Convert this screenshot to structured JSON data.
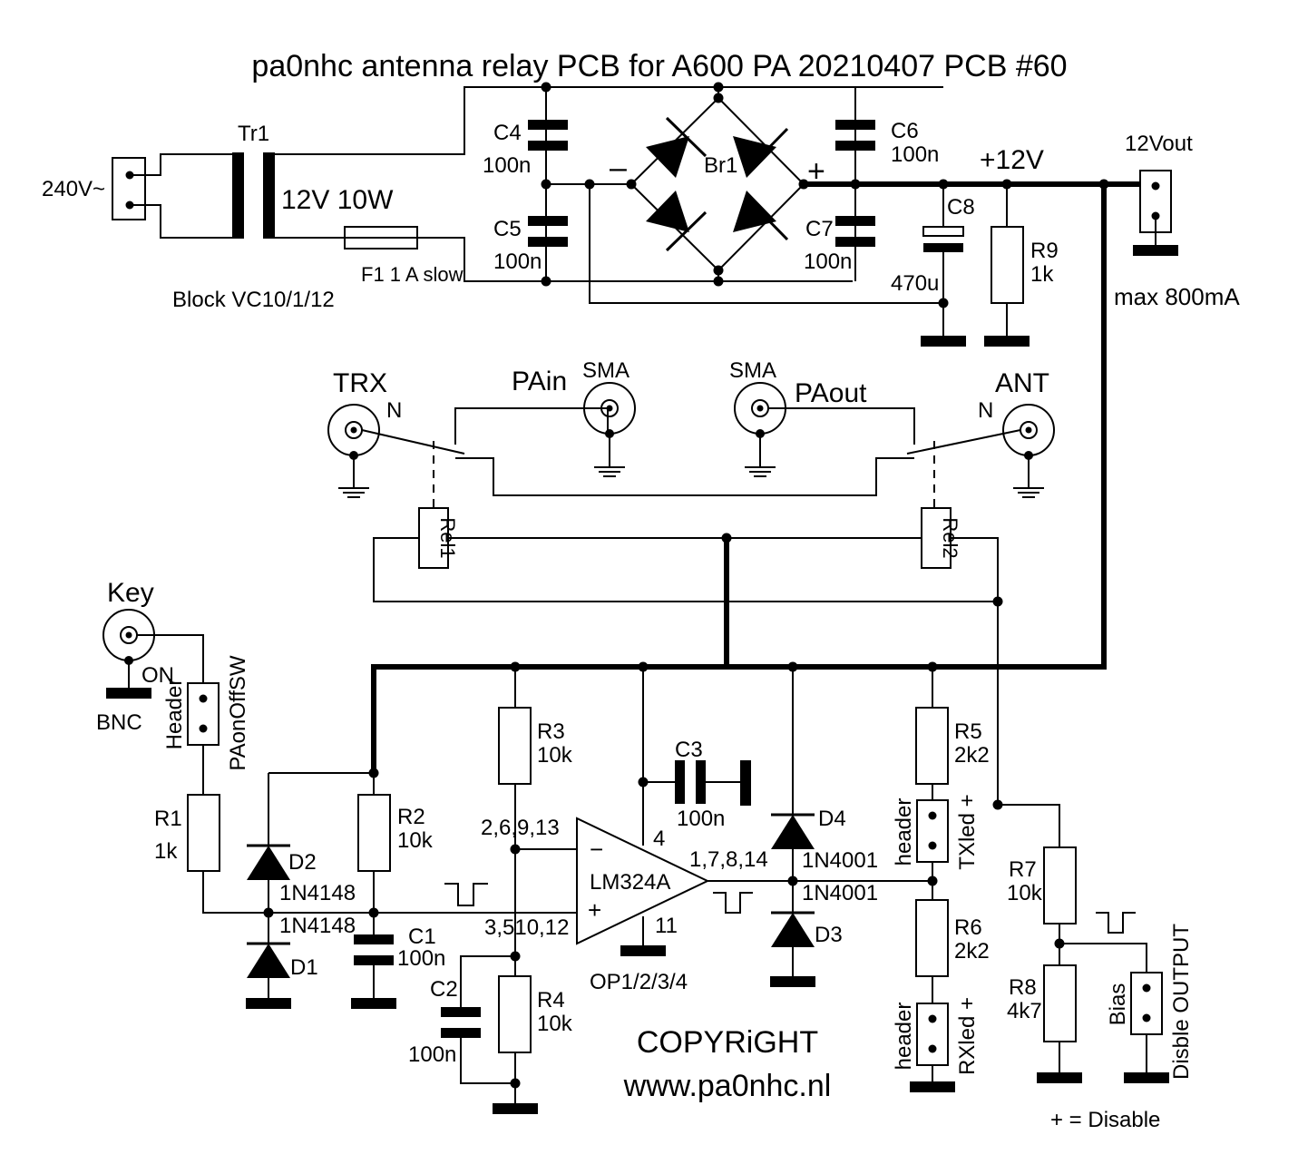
{
  "title": "pa0nhc  antenna relay PCB for A600 PA  20210407  PCB #60",
  "power": {
    "mains": "240V~",
    "transformer": "Tr1",
    "transformer_rating": "12V 10W",
    "transformer_type": "Block VC10/1/12",
    "fuse": "F1 1 A slow",
    "bridge": "Br1",
    "minus": "–",
    "plus": "+",
    "rail": "+12V",
    "out_label": "12Vout",
    "max_current": "max 800mA"
  },
  "components": {
    "c4": "C4",
    "c4_val": "100n",
    "c5": "C5",
    "c5_val": "100n",
    "c6": "C6",
    "c6_val": "100n",
    "c7": "C7",
    "c7_val": "100n",
    "c8": "C8",
    "c8_val": "470u",
    "r9": "R9",
    "r9_val": "1k",
    "r1": "R1",
    "r1_val": "1k",
    "r2": "R2",
    "r2_val": "10k",
    "r3": "R3",
    "r3_val": "10k",
    "r4": "R4",
    "r4_val": "10k",
    "r5": "R5",
    "r5_val": "2k2",
    "r6": "R6",
    "r6_val": "2k2",
    "r7": "R7",
    "r7_val": "10k",
    "r8": "R8",
    "r8_val": "4k7",
    "c1": "C1",
    "c1_val": "100n",
    "c2": "C2",
    "c2_val": "100n",
    "c3": "C3",
    "c3_val": "100n",
    "d1": "D1",
    "d1_type": "1N4148",
    "d2": "D2",
    "d2_type": "1N4148",
    "d3": "D3",
    "d3_type": "1N4001",
    "d4": "D4",
    "d4_type": "1N4001",
    "opamp": "LM324A",
    "opamp_units": "OP1/2/3/4",
    "pins_in_minus": "2,6,9,13",
    "pins_in_plus": "3,510,12",
    "pins_out": "1,7,8,14",
    "pin_vcc": "4",
    "pin_gnd": "11",
    "minus_sign": "−",
    "plus_sign": "+"
  },
  "rf": {
    "trx": "TRX",
    "ant": "ANT",
    "pain": "PAin",
    "paout": "PAout",
    "sma": "SMA",
    "n": "N",
    "rel1": "Rel1",
    "rel2": "Rel2"
  },
  "control": {
    "key": "Key",
    "on": "ON",
    "bnc": "BNC",
    "header": "header",
    "header_cap": "Header",
    "paonoffsw": "PAonOffSW",
    "txled": "TXled +",
    "rxled": "RXled +",
    "bias": "Bias",
    "disable_output": "Disble OUTPUT",
    "disable_note": "+ = Disable"
  },
  "copyright": "COPYRiGHT",
  "website": "www.pa0nhc.nl"
}
